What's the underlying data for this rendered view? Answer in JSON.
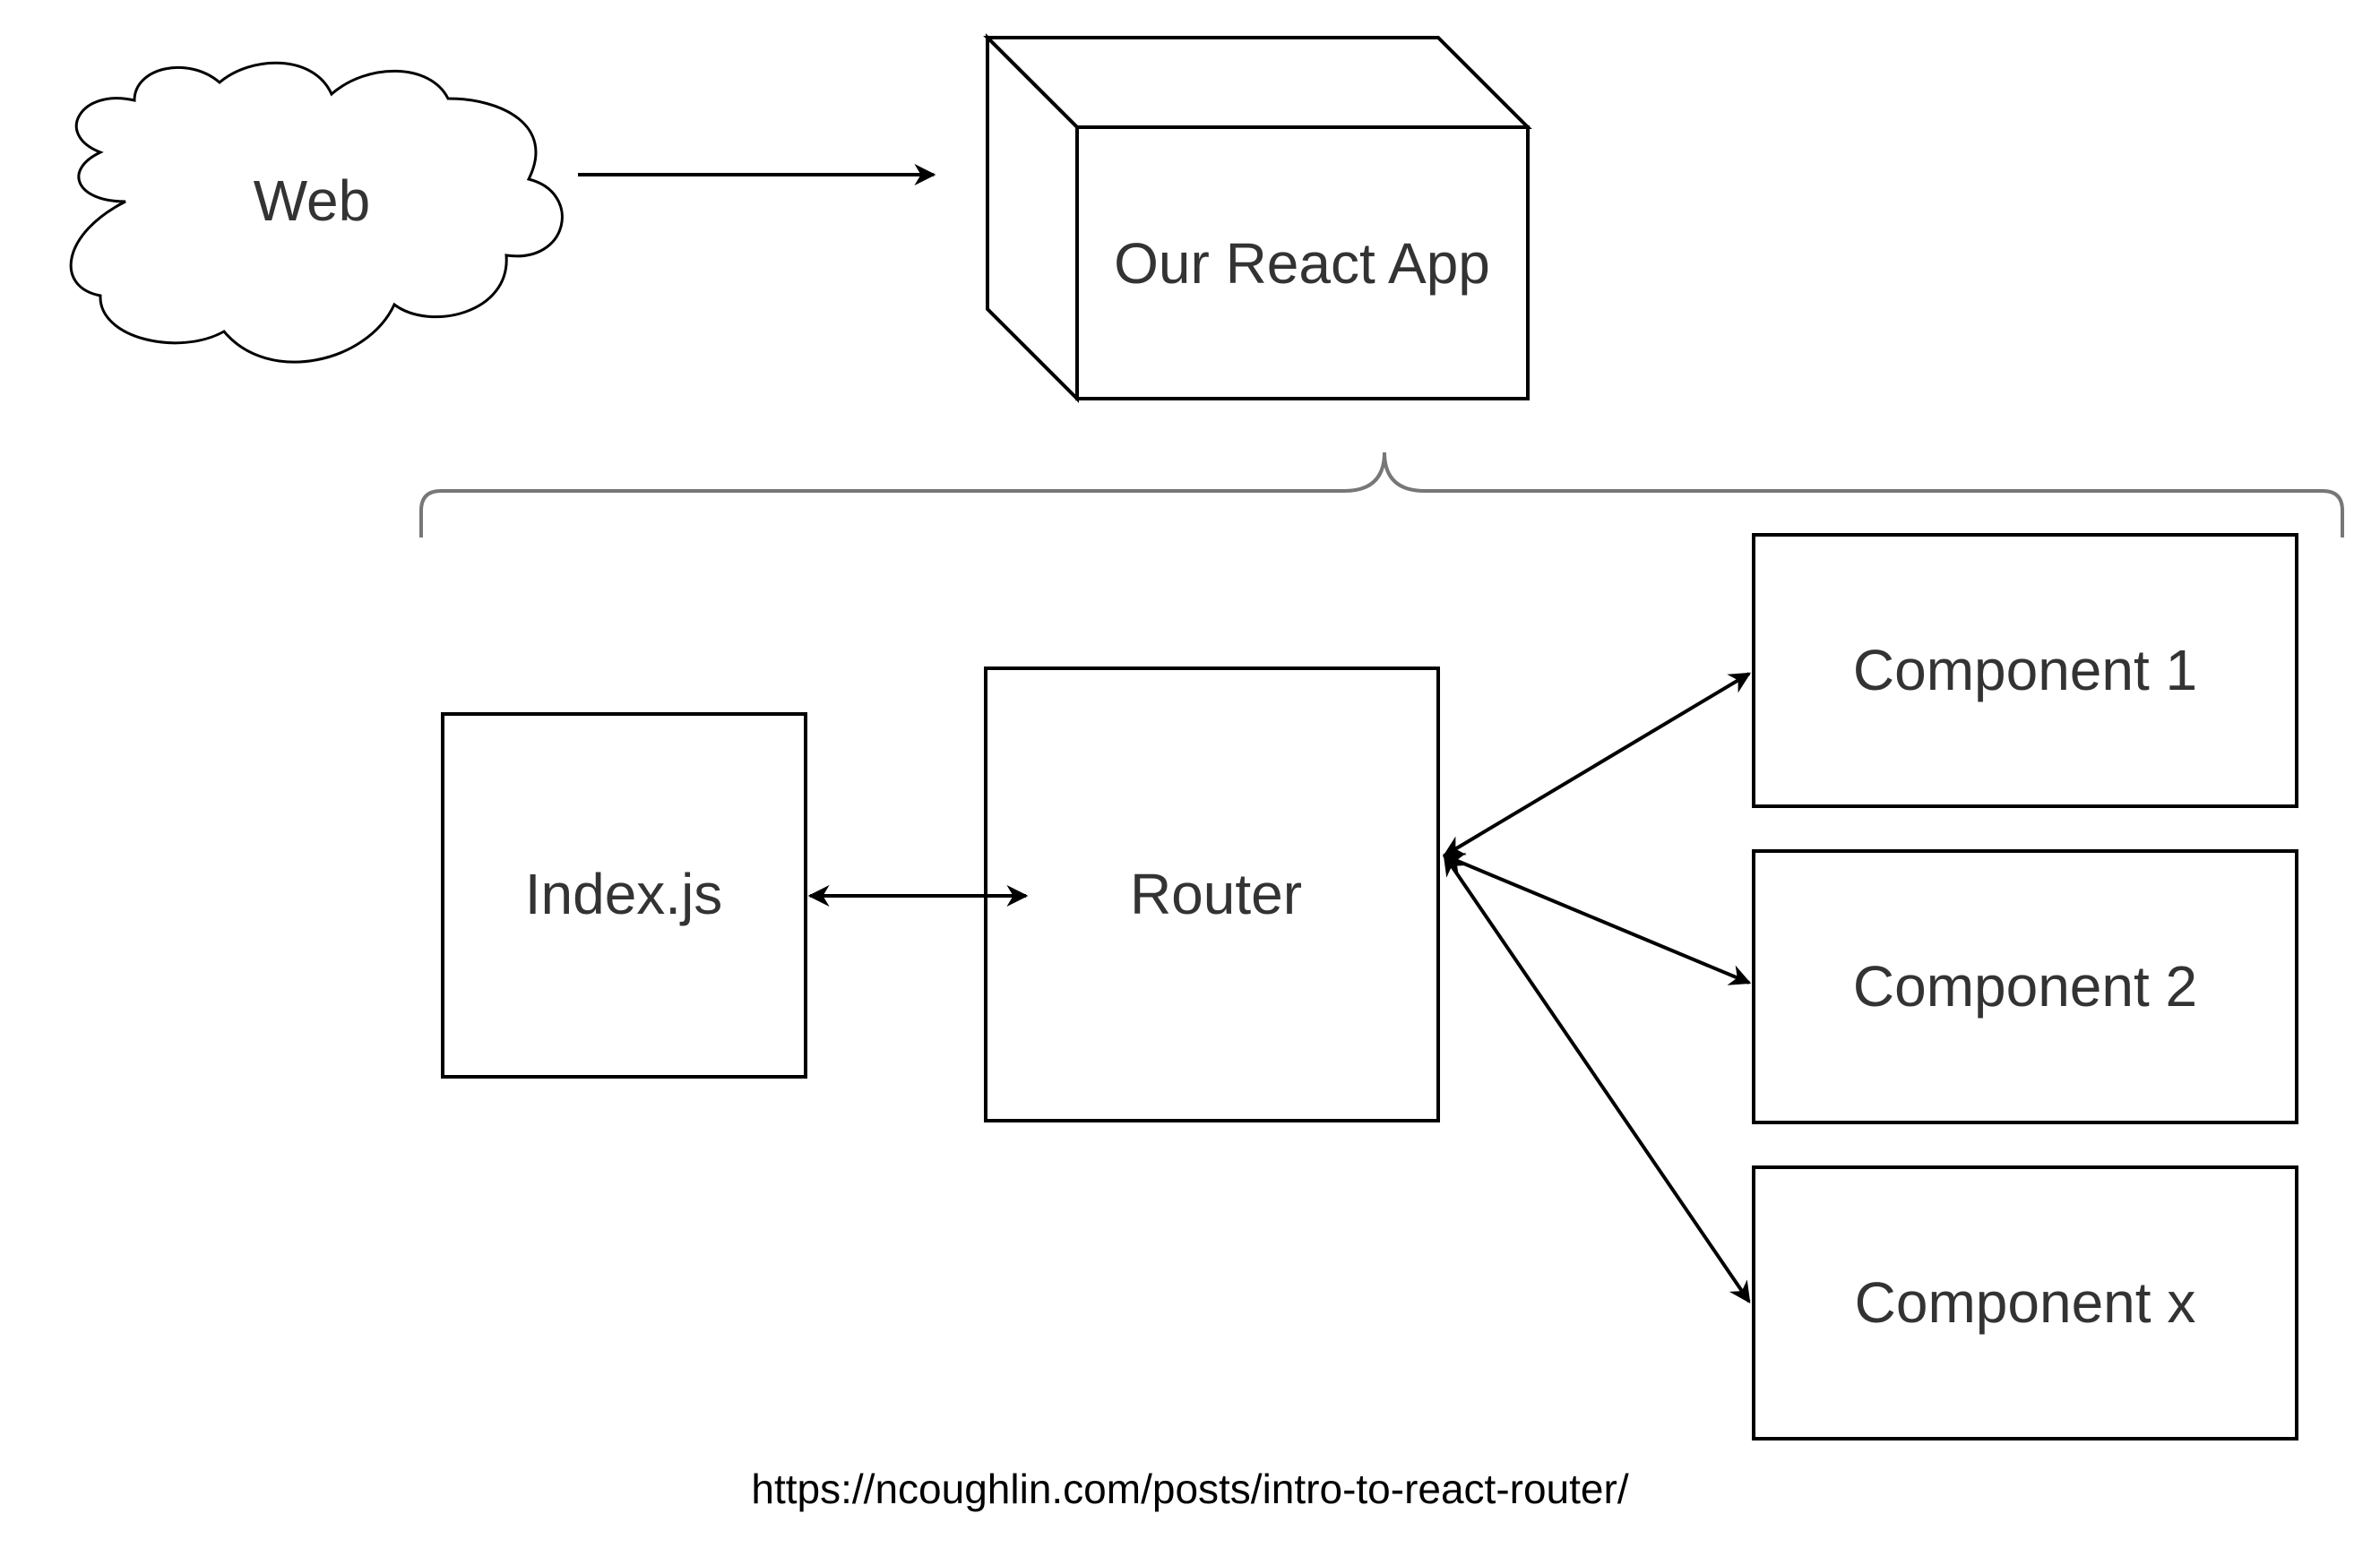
{
  "nodes": {
    "web": {
      "label": "Web",
      "shape": "cloud"
    },
    "app": {
      "label": "Our React App",
      "shape": "cube"
    },
    "index": {
      "label": "Index.js",
      "shape": "rect"
    },
    "router": {
      "label": "Router",
      "shape": "rect"
    },
    "component1": {
      "label": "Component 1",
      "shape": "rect"
    },
    "component2": {
      "label": "Component 2",
      "shape": "rect"
    },
    "componentx": {
      "label": "Component x",
      "shape": "rect"
    }
  },
  "edges": [
    {
      "from": "web",
      "to": "app",
      "direction": "one-way"
    },
    {
      "from": "index",
      "to": "router",
      "direction": "two-way"
    },
    {
      "from": "router",
      "to": "component1",
      "direction": "two-way"
    },
    {
      "from": "router",
      "to": "component2",
      "direction": "two-way"
    },
    {
      "from": "router",
      "to": "componentx",
      "direction": "two-way"
    }
  ],
  "groupings": [
    {
      "parent": "app",
      "shape": "curly-brace",
      "children": [
        "index",
        "router",
        "component1",
        "component2",
        "componentx"
      ]
    }
  ],
  "source_url": "https://ncoughlin.com/posts/intro-to-react-router/",
  "colors": {
    "stroke": "#000000",
    "label_text": "#333333",
    "brace": "#777777",
    "background": "#ffffff"
  }
}
